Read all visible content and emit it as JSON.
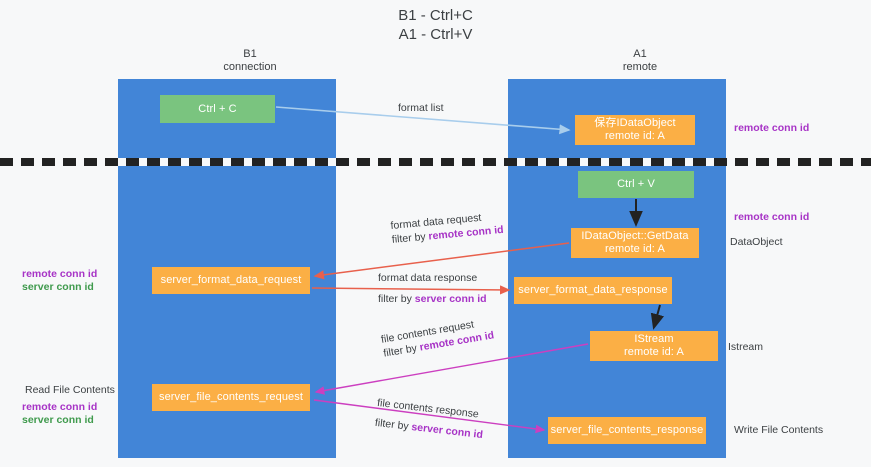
{
  "title": "B1 - Ctrl+C\nA1 - Ctrl+V",
  "columns": {
    "left": "B1\nconnection",
    "right": "A1\nremote"
  },
  "nodes": {
    "ctrl_c": "Ctrl + C",
    "idataobject": "保存IDataObject\nremote id: A",
    "ctrl_v": "Ctrl + V",
    "getdata": "IDataObject::GetData\nremote id: A",
    "server_format_data_request": "server_format_data_request",
    "server_format_data_response": "server_format_data_response",
    "istream": "IStream\nremote id: A",
    "server_file_contents_request": "server_file_contents_request",
    "server_file_contents_response": "server_file_contents_response"
  },
  "edge_labels": {
    "format_list": "format list",
    "format_data_request": "format data request",
    "format_data_request_filter_prefix": "filter by ",
    "format_data_request_filter_key": "remote conn id",
    "format_data_response": "format data response",
    "format_data_response_filter_prefix": "filter by ",
    "format_data_response_filter_key": "server conn id",
    "file_contents_request": "file contents request",
    "file_contents_request_filter_prefix": "filter by ",
    "file_contents_request_filter_key": "remote conn id",
    "file_contents_response": "file contents response",
    "file_contents_response_filter_prefix": "filter by ",
    "file_contents_response_filter_key": "server conn id"
  },
  "side_labels": {
    "right_remote_conn_id_top": "remote conn id",
    "right_remote_conn_id_mid": "remote conn id",
    "right_dataobject": "DataObject",
    "right_istream": "Istream",
    "right_write_file_contents": "Write File Contents",
    "left_remote_conn_id": "remote conn id",
    "left_server_conn_id": "server conn id",
    "left_read_file_contents": "Read File Contents",
    "left_remote_conn_id_2": "remote conn id",
    "left_server_conn_id_2": "server conn id"
  },
  "colors": {
    "lane": "#4285d7",
    "node_green": "#7ac47f",
    "node_orange": "#fbaf45",
    "purple": "#a733c6",
    "green_text": "#3f9a4d",
    "arrow_blue": "#a8cdec",
    "arrow_red": "#e8604c",
    "arrow_magenta": "#c councilcc",
    "arrow_black": "#222222",
    "background": "#f7f8f9"
  }
}
